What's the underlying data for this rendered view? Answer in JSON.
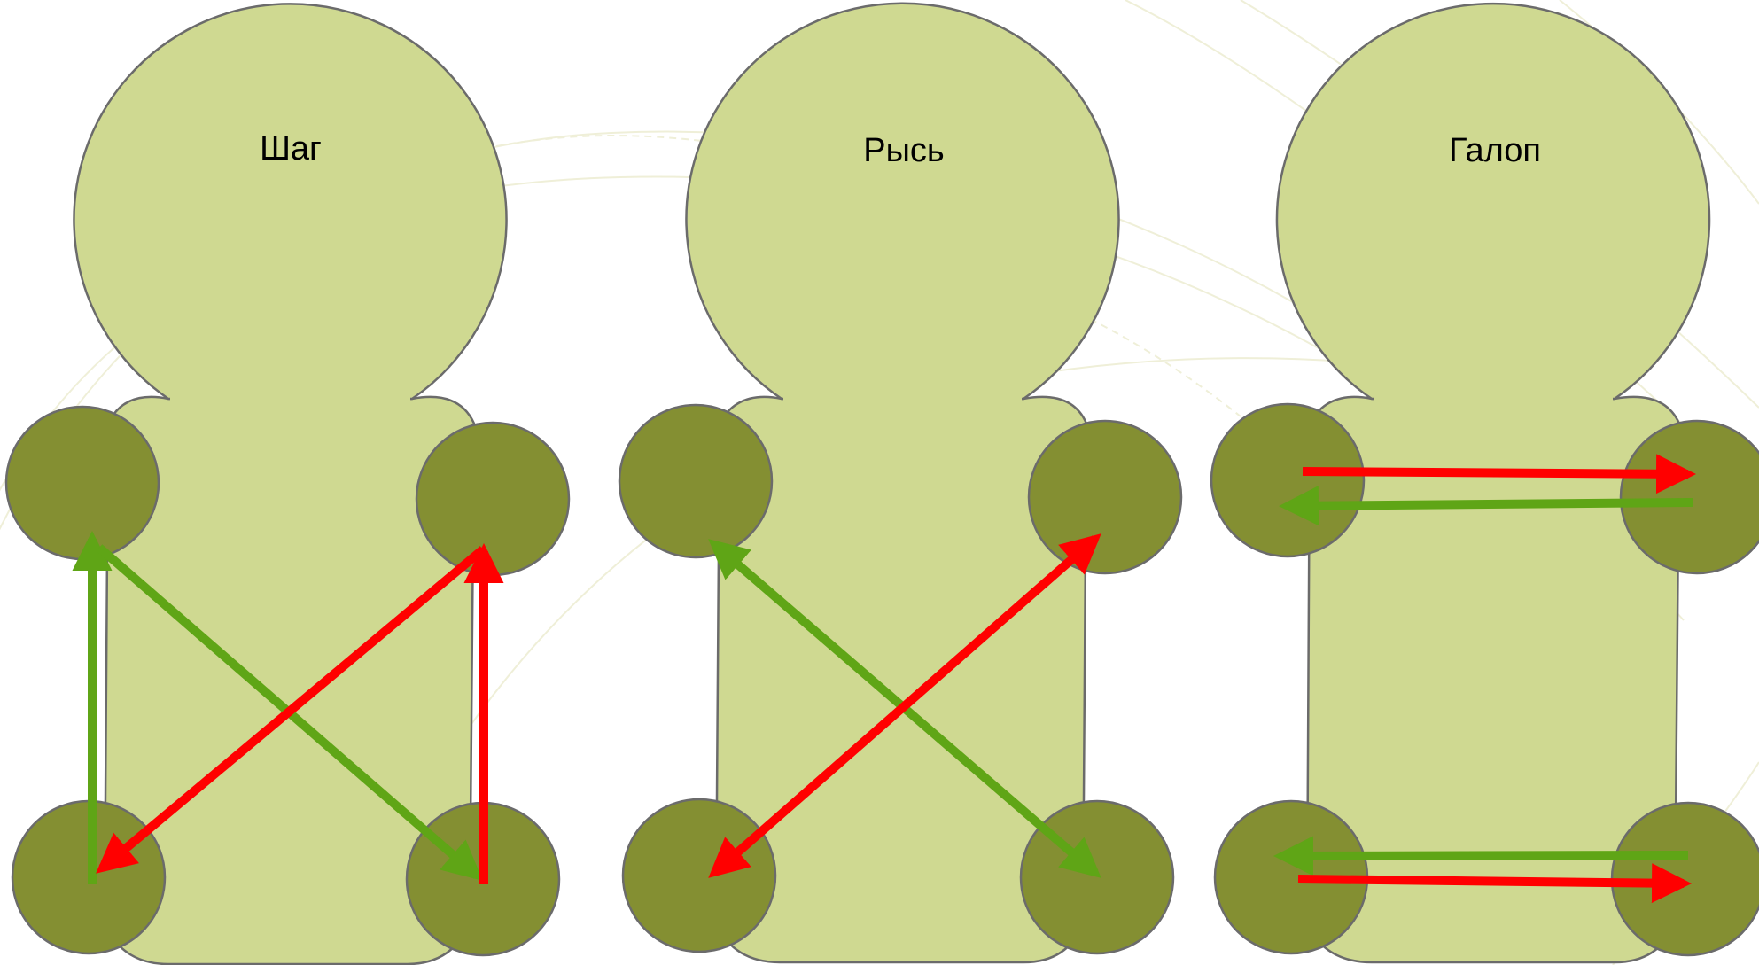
{
  "colors": {
    "body_fill": "#cfd991",
    "outline": "#6b6b6b",
    "paw_fill": "#848f32",
    "arrow_red": "#ff0000",
    "arrow_green": "#5fa516",
    "bg_lines": "#efefd8"
  },
  "panels": [
    {
      "title": "Шаг"
    },
    {
      "title": "Рысь"
    },
    {
      "title": "Галоп"
    }
  ]
}
